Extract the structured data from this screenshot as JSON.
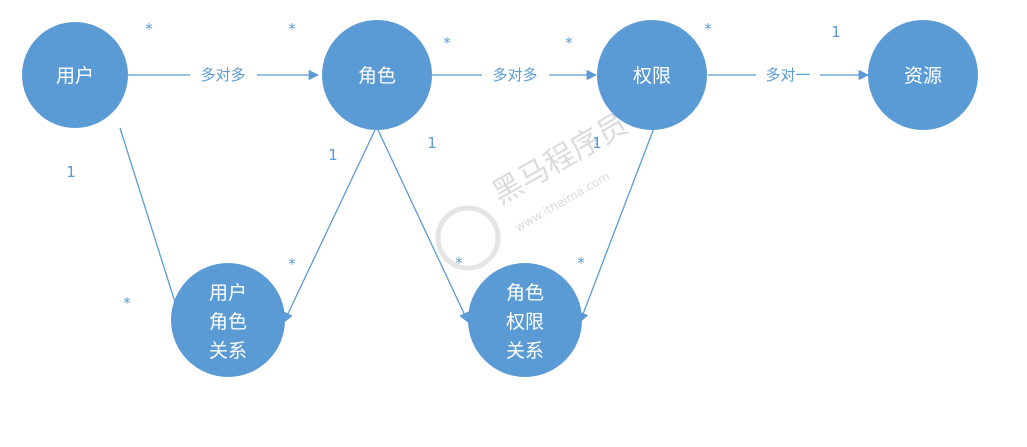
{
  "colors": {
    "node": "#5b9bd5",
    "line": "#5b9bd5",
    "text": "#ffffff"
  },
  "nodes": {
    "user": "用户",
    "role": "角色",
    "permission": "权限",
    "resource": "资源",
    "user_role": [
      "用户",
      "角色",
      "关系"
    ],
    "role_permission": [
      "角色",
      "权限",
      "关系"
    ]
  },
  "edges": {
    "user_role": "多对多",
    "role_permission": "多对多",
    "permission_resource": "多对一"
  },
  "multiplicities": {
    "user_to_role_start": "*",
    "user_to_role_end": "*",
    "role_to_perm_start": "*",
    "role_to_perm_end": "*",
    "perm_to_res_start": "*",
    "perm_to_res_end": "1",
    "user_down_start": "1",
    "user_down_end": "*",
    "role_left_start": "1",
    "role_left_end": "*",
    "role_right_start": "1",
    "role_right_end": "*",
    "perm_down_start": "1",
    "perm_down_end": "*"
  },
  "watermark": {
    "brand": "黑马程序员",
    "url": "www.itheima.com"
  }
}
